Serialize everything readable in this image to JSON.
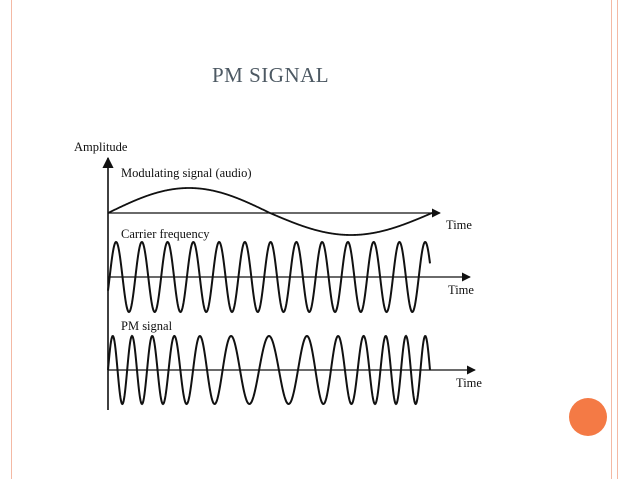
{
  "slide": {
    "title": "PM SIGNAL",
    "accent_color": "#f47a45",
    "frame_color": "#f4b9a4"
  },
  "diagram": {
    "y_axis_label": "Amplitude",
    "panels": [
      {
        "label": "Modulating signal (audio)",
        "axis_label": "Time"
      },
      {
        "label": "Carrier frequency",
        "axis_label": "Time"
      },
      {
        "label": "PM signal",
        "axis_label": "Time"
      }
    ]
  }
}
